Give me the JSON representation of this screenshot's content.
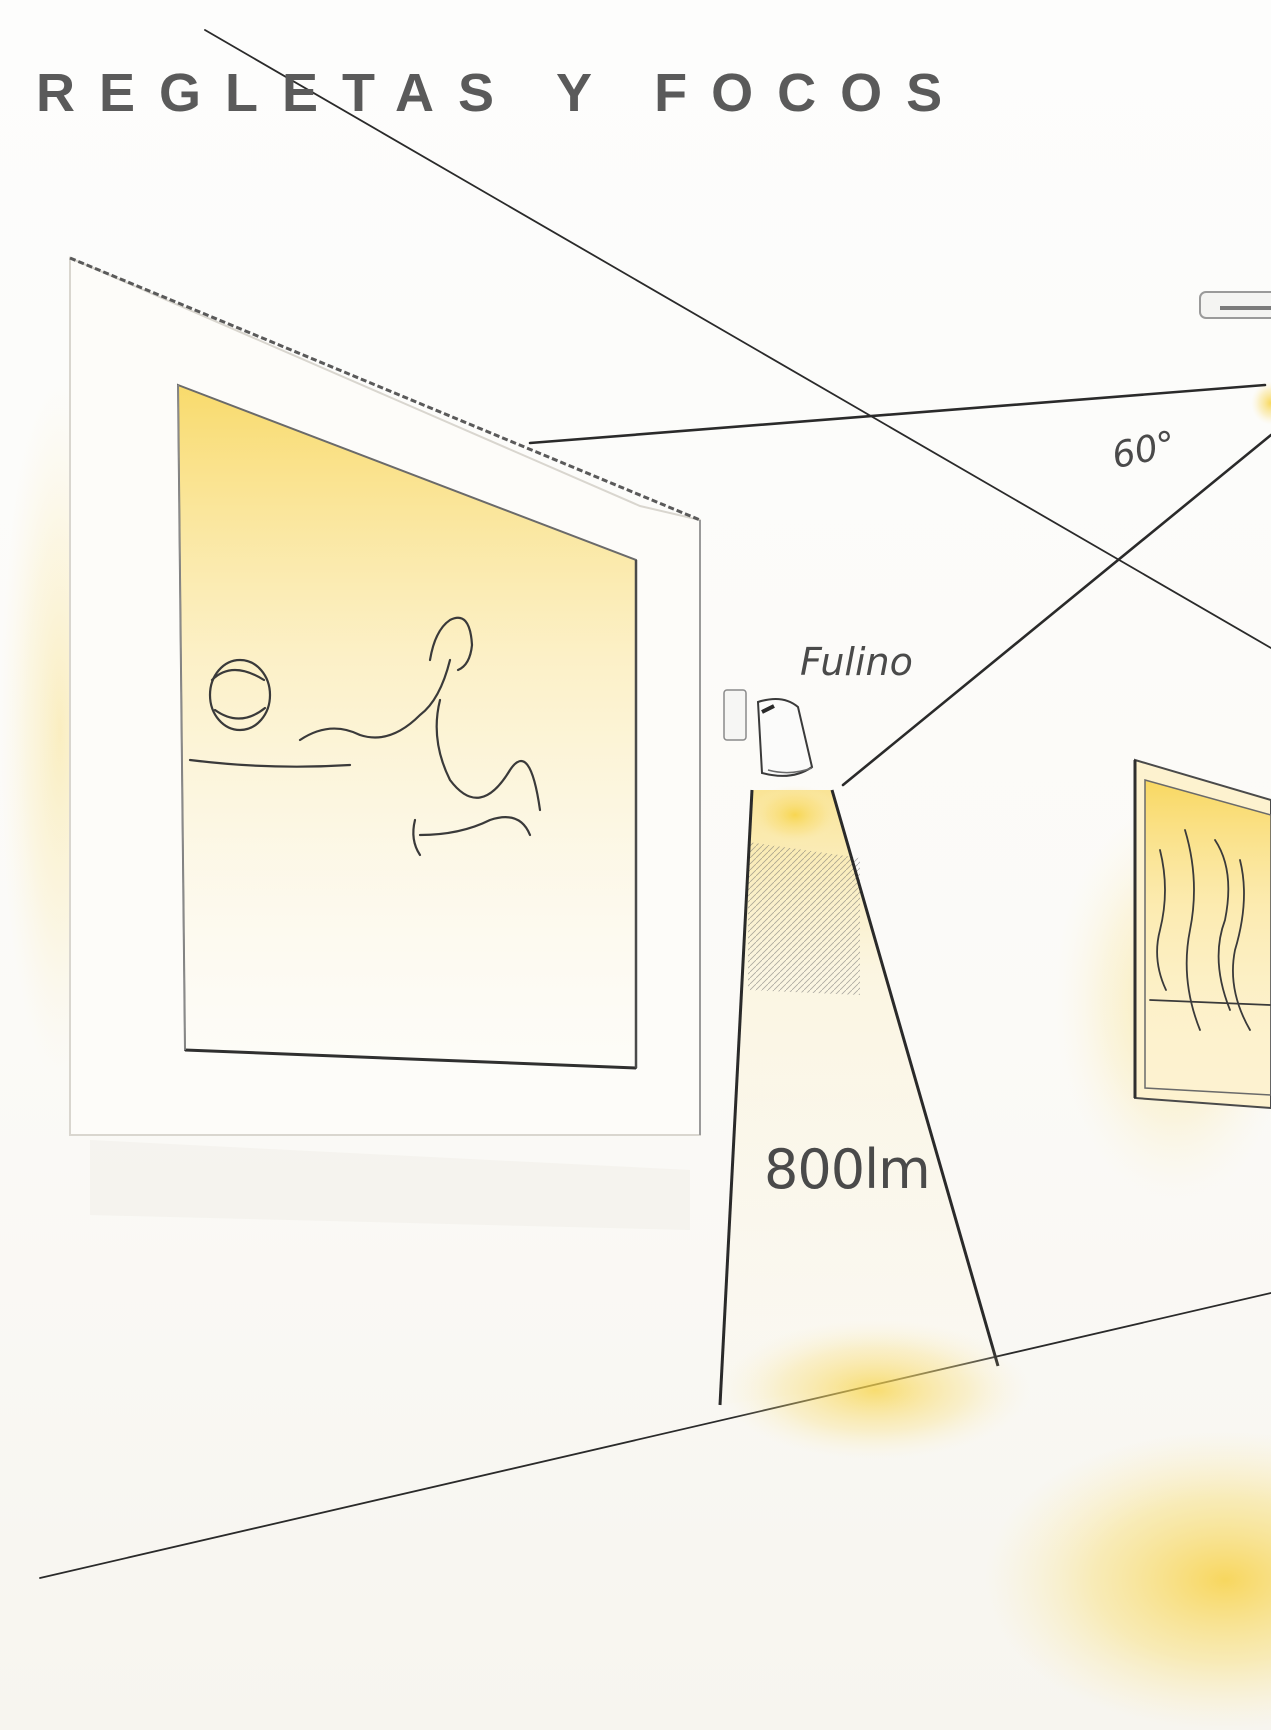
{
  "header": {
    "title": "REGLETAS Y FOCOS"
  },
  "labels": {
    "beam_angle": "60°",
    "spotlight_model": "Fulino",
    "luminous_flux": "800lm"
  },
  "colors": {
    "light_glow": "#f7cf3c",
    "line": "#2a2a2a",
    "sketch": "#3a3a3a",
    "title": "#5a5a5a"
  },
  "icons": [
    "spotlight-icon",
    "wall-track-icon"
  ]
}
